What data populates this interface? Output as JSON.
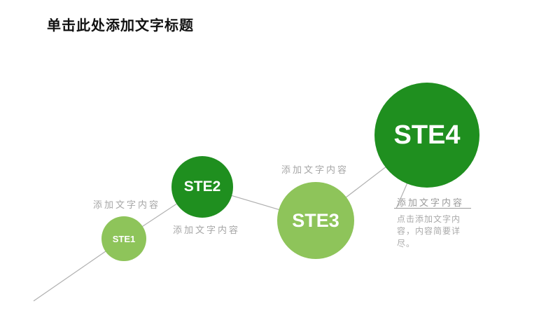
{
  "slide": {
    "title": "单击此处添加文字标题"
  },
  "steps": [
    {
      "label": "STE1",
      "caption": "添加文字内容"
    },
    {
      "label": "STE2",
      "caption": "添加文字内容"
    },
    {
      "label": "STE3",
      "caption": "添加文字内容"
    },
    {
      "label": "STE4",
      "caption": "添加文字内容"
    }
  ],
  "detail": {
    "heading": "添加文字内容",
    "body": "点击添加文字内容，内容简要详尽。"
  },
  "colors": {
    "dark_green": "#1f8f1f",
    "light_green": "#8ec45a",
    "line_gray": "#b0b0b0",
    "caption_gray": "#a6a6a6"
  }
}
